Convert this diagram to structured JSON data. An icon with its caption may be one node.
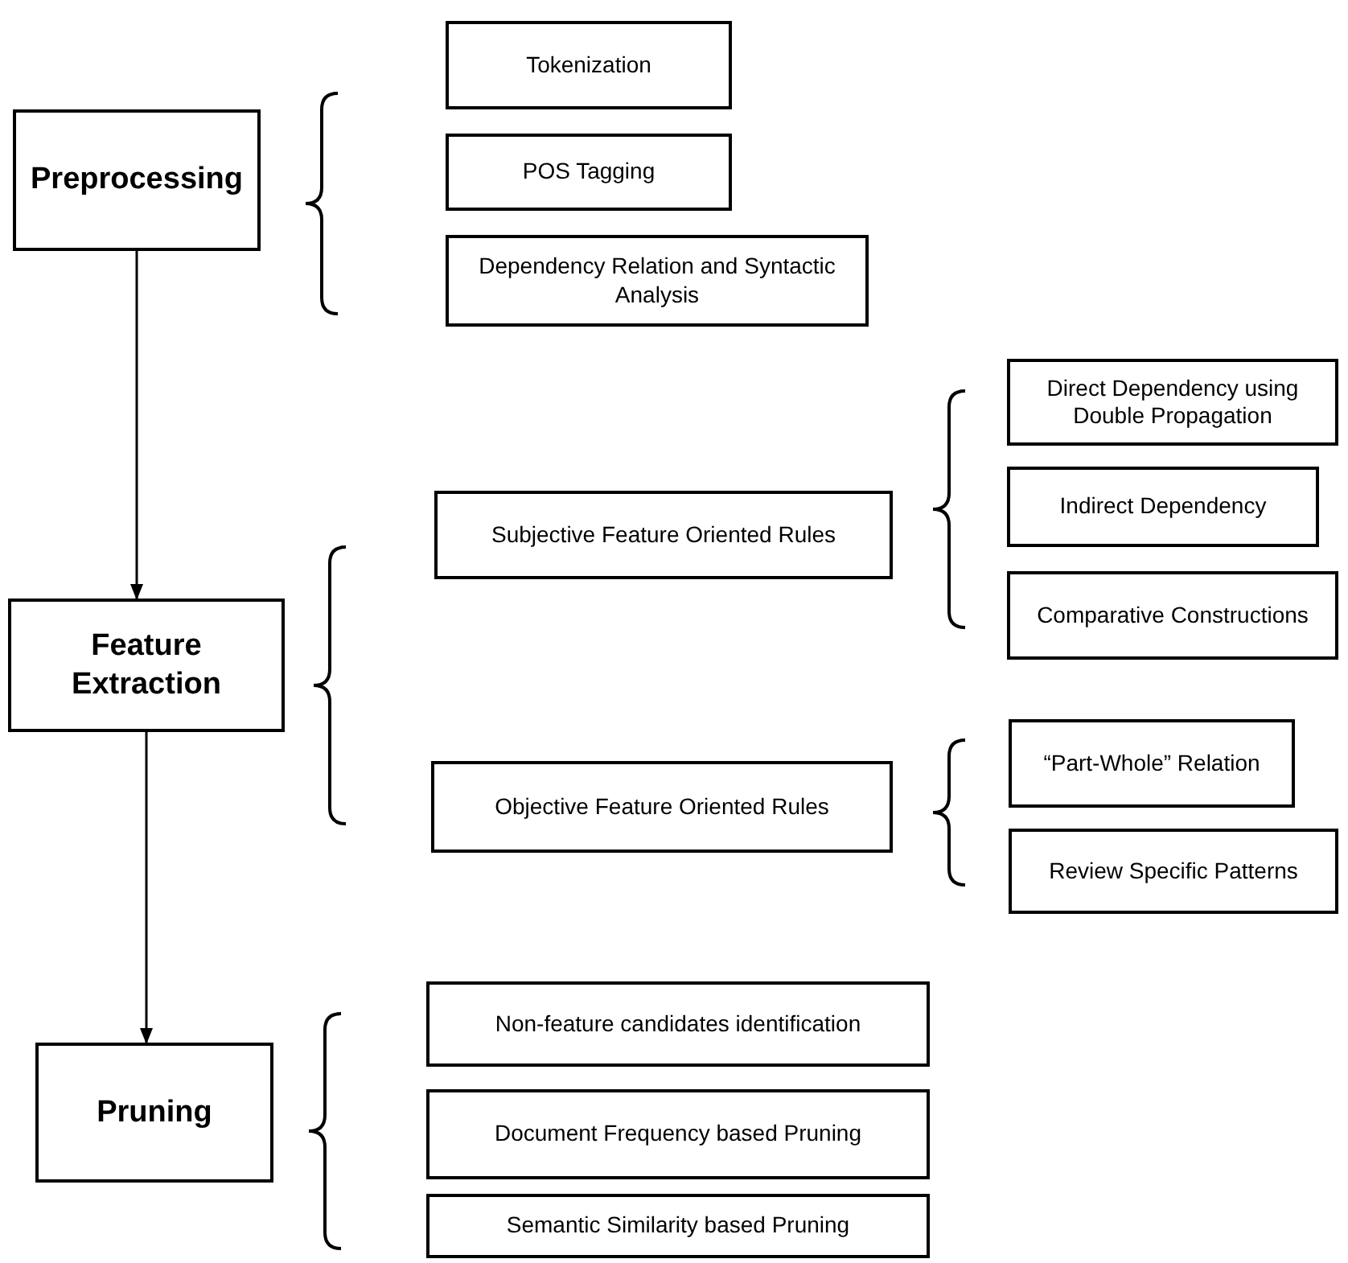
{
  "diagram": {
    "nodes": [
      {
        "text": [
          "Preprocessing"
        ]
      },
      {
        "text": [
          "Tokenization"
        ]
      },
      {
        "text": [
          "POS Tagging"
        ]
      },
      {
        "text": [
          "Dependency Relation and Syntactic Analysis"
        ]
      },
      {
        "text": [
          "Feature Extraction"
        ]
      },
      {
        "text": [
          "Subjective Feature Oriented Rules"
        ]
      },
      {
        "text": [
          "Direct Dependency using Double Propagation"
        ]
      },
      {
        "text": [
          "Indirect Dependency"
        ]
      },
      {
        "text": [
          "Comparative Constructions"
        ]
      },
      {
        "text": [
          "Objective Feature Oriented Rules"
        ]
      },
      {
        "text": [
          "“Part-Whole” Relation"
        ]
      },
      {
        "text": [
          "Review Specific Patterns"
        ]
      },
      {
        "text": [
          "Pruning"
        ]
      },
      {
        "text": [
          "Non-feature candidates identification"
        ]
      },
      {
        "text": [
          "Document Frequency based Pruning"
        ]
      },
      {
        "text": [
          "Semantic Similarity based Pruning"
        ]
      }
    ],
    "edges": [
      {
        "from": 0,
        "to": 4,
        "arrow": "to"
      },
      {
        "from": 4,
        "to": 12,
        "arrow": "to"
      }
    ]
  }
}
